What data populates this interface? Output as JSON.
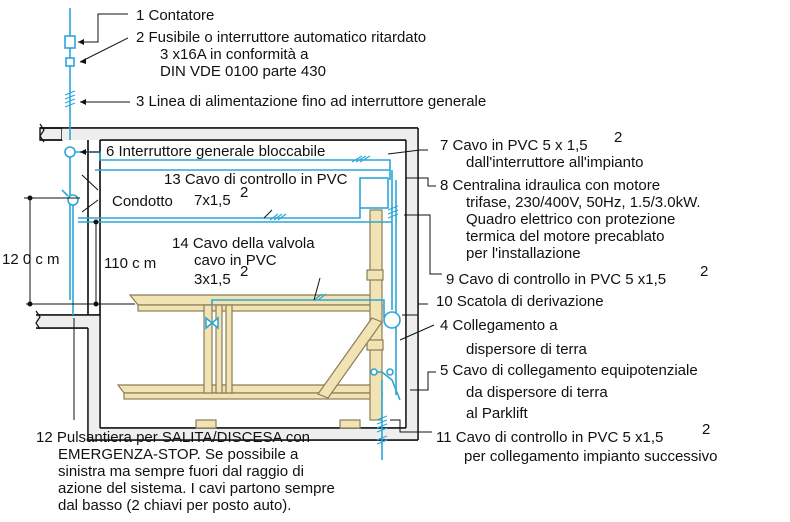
{
  "colors": {
    "cable": "#2aa7d8",
    "line": "#111111",
    "wall_fill": "#eeeeee",
    "platform": "#f2e3b5",
    "platform_edge": "#8a7d55"
  },
  "items": {
    "i1": "1  Contatore",
    "i2": [
      "2  Fusibile o interruttore automatico ritardato",
      "3 x16A in conformità a",
      "DIN VDE 0100 parte 430"
    ],
    "i3": "3  Linea di alimentazione fino ad interruttore generale",
    "i4": [
      "4  Collegamento a",
      "dispersore di terra"
    ],
    "i5": [
      "5  Cavo di collegamento equipotenziale",
      "da dispersore di terra",
      "al Parklift"
    ],
    "i6": "6 Interruttore generale bloccabile",
    "i7": [
      "7  Cavo in PVC 5 x 1,5",
      "dall'interruttore all'impianto"
    ],
    "i8": [
      "8  Centralina idraulica con motore",
      "trifase, 230/400V, 50Hz, 1.5/3.0kW.",
      "Quadro elettrico con protezione",
      "termica del motore precablato",
      "per l'installazione"
    ],
    "i9": "9  Cavo di controllo in PVC 5 x1,5",
    "i10": "10  Scatola di derivazione",
    "i11": [
      "11  Cavo di controllo in PVC 5 x1,5",
      "per collegamento impianto successivo"
    ],
    "i12": [
      "12 Pulsantiera per SALITA/DISCESA con",
      "EMERGENZA-STOP. Se possibile a",
      "sinistra ma sempre fuori dal raggio di",
      "azione del sistema. I cavi partono sempre",
      "dal basso (2 chiavi per posto auto)."
    ],
    "i13": [
      "13 Cavo di controllo in PVC",
      "7x1,5"
    ],
    "i14": [
      "14 Cavo della valvola",
      "cavo in PVC",
      "3x1,5"
    ],
    "condotto": "Condotto",
    "dim120": "12 0  c m",
    "dim110": "110  c m",
    "sup": "2"
  }
}
